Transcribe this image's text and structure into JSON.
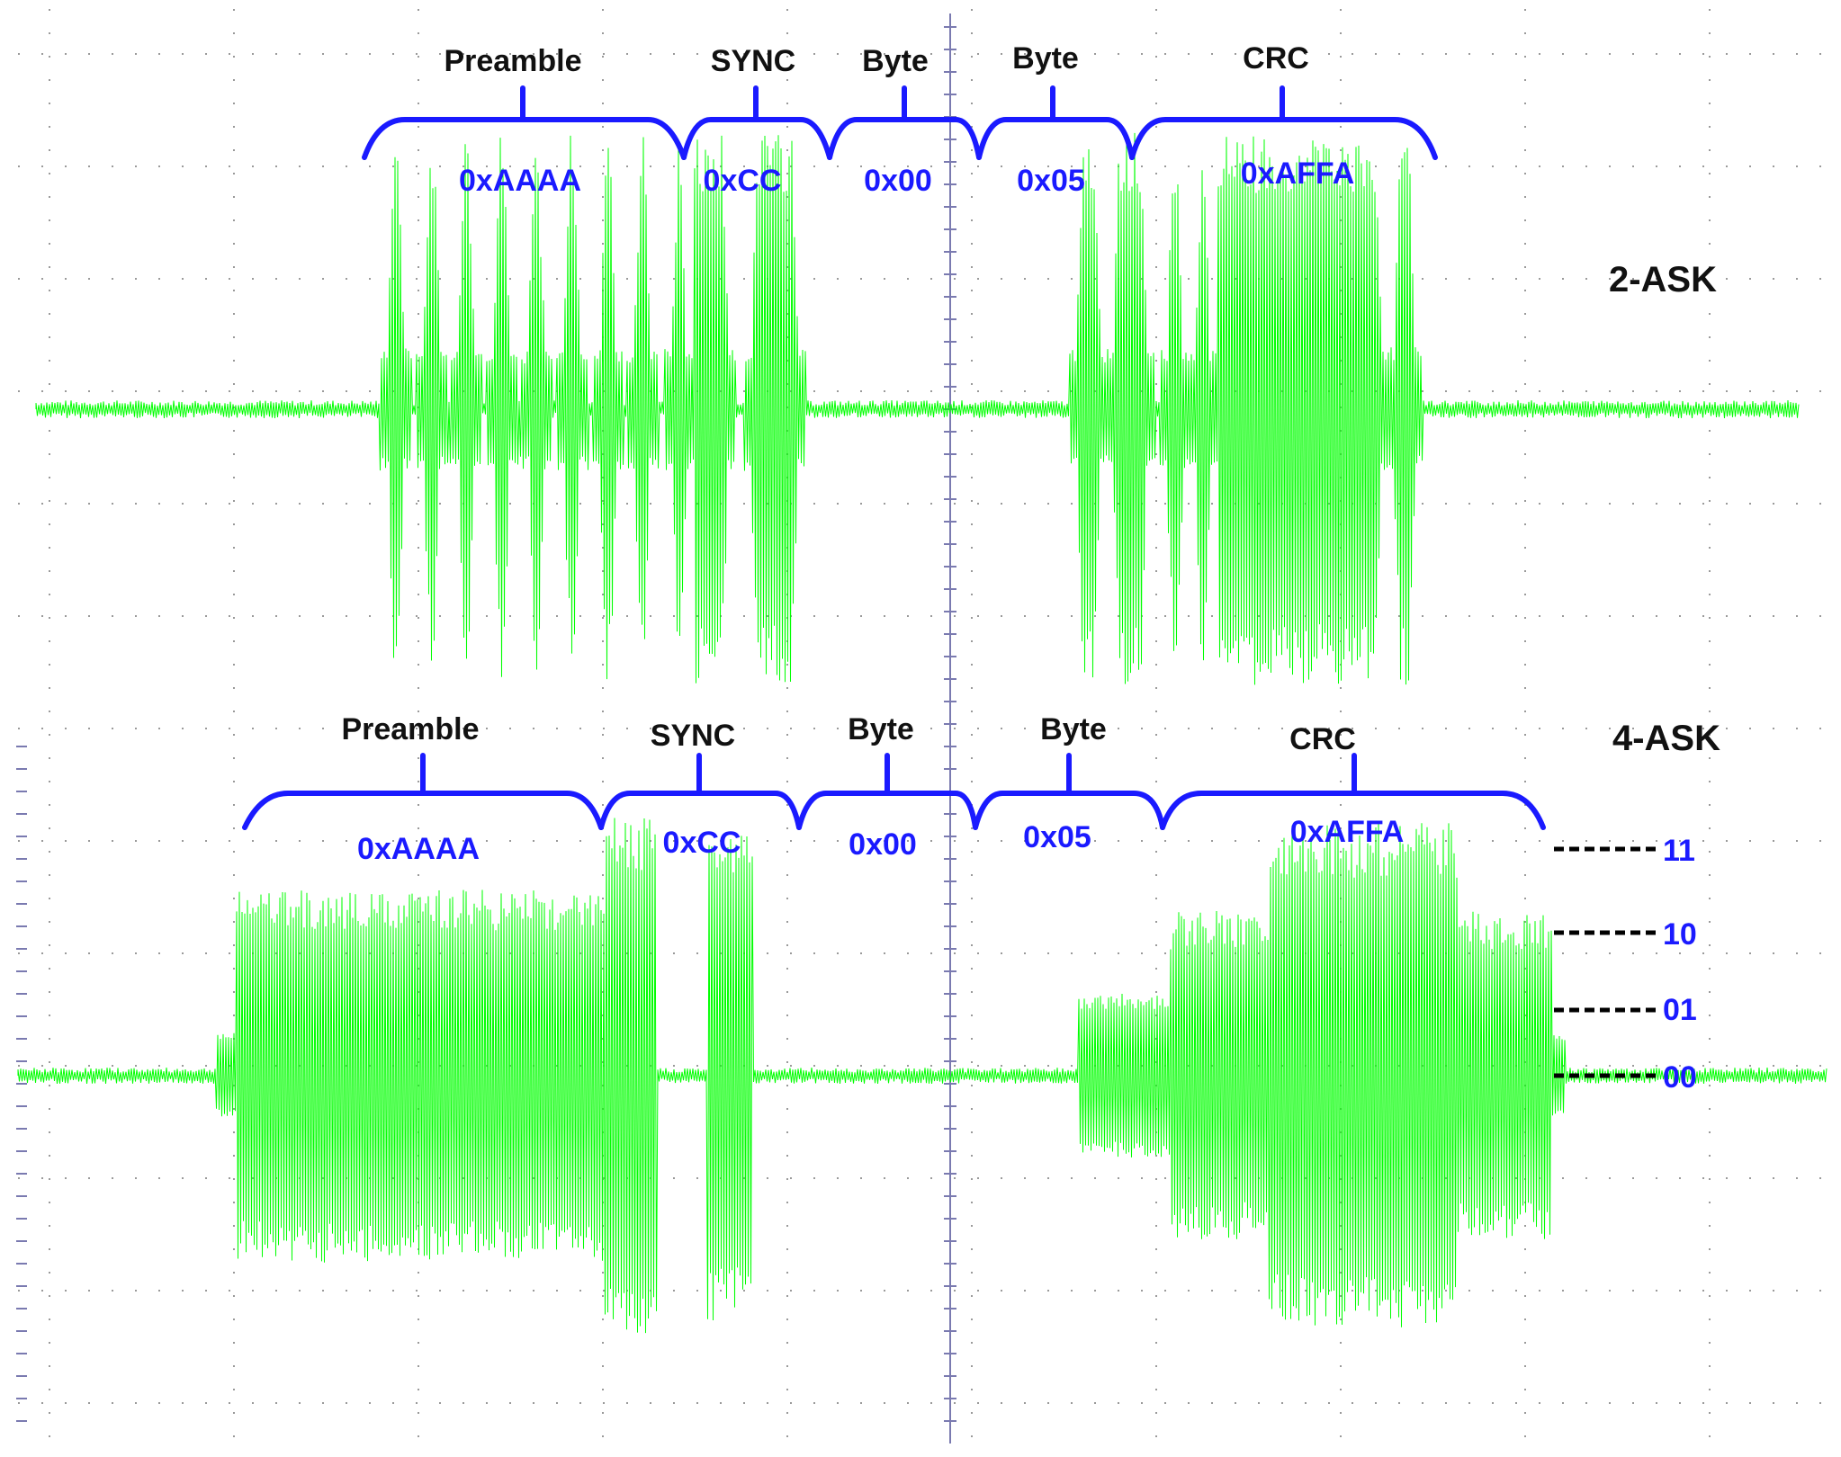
{
  "colors": {
    "signal": "#00ff00",
    "annotation": "#1a1aff",
    "label": "#111111",
    "grid": "#9a9a9a"
  },
  "panels": [
    {
      "modulation": "2-ASK",
      "segments": [
        {
          "name": "Preamble",
          "value": "0xAAAA"
        },
        {
          "name": "SYNC",
          "value": "0xCC"
        },
        {
          "name": "Byte",
          "value": "0x00"
        },
        {
          "name": "Byte",
          "value": "0x05"
        },
        {
          "name": "CRC",
          "value": "0xAFFA"
        }
      ]
    },
    {
      "modulation": "4-ASK",
      "segments": [
        {
          "name": "Preamble",
          "value": "0xAAAA"
        },
        {
          "name": "SYNC",
          "value": "0xCC"
        },
        {
          "name": "Byte",
          "value": "0x00"
        },
        {
          "name": "Byte",
          "value": "0x05"
        },
        {
          "name": "CRC",
          "value": "0xAFFA"
        }
      ],
      "levels": [
        "11",
        "10",
        "01",
        "00"
      ]
    }
  ]
}
